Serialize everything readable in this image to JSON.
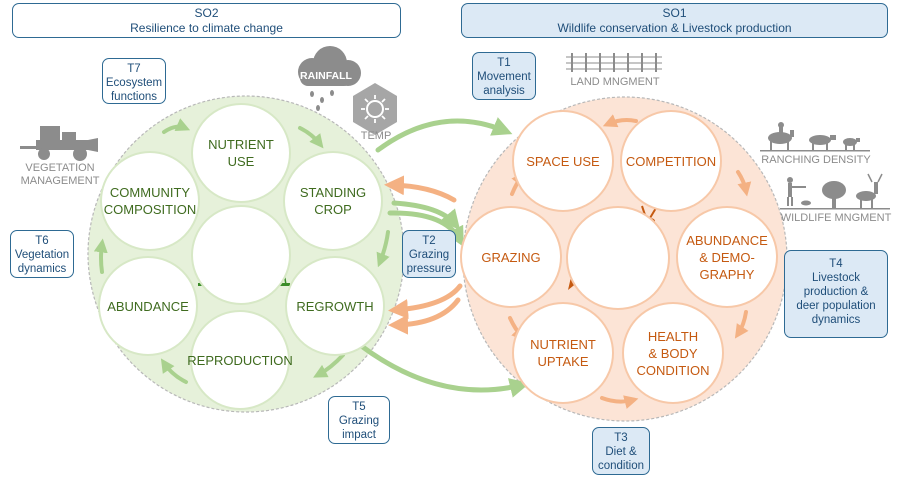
{
  "headers": {
    "so2": {
      "code": "SO2",
      "title": "Resilience to climate change"
    },
    "so1": {
      "code": "SO1",
      "title": "Wildlife conservation & Livestock production"
    }
  },
  "tasks": {
    "t7": {
      "code": "T7",
      "line1": "Ecosystem",
      "line2": "functions"
    },
    "t6": {
      "code": "T6",
      "line1": "Vegetation",
      "line2": "dynamics"
    },
    "t1": {
      "code": "T1",
      "line1": "Movement",
      "line2": "analysis"
    },
    "t2": {
      "code": "T2",
      "line1": "Grazing",
      "line2": "pressure"
    },
    "t5": {
      "code": "T5",
      "line1": "Grazing",
      "line2": "impact"
    },
    "t3": {
      "code": "T3",
      "line1": "Diet &",
      "line2": "condition"
    },
    "t4": {
      "code": "T4",
      "line1": "Livestock",
      "line2": "production &",
      "line3": "deer population",
      "line4": "dynamics"
    }
  },
  "left_cycle": {
    "nutrient_use": "NUTRIENT\nUSE",
    "standing_crop": "STANDING\nCROP",
    "regrowth": "REGROWTH",
    "reproduction": "REPRODUCTION",
    "abundance": "ABUNDANCE",
    "community_composition": "COMMUNITY\nCOMPOSITION"
  },
  "right_cycle": {
    "space_use": "SPACE USE",
    "competition": "COMPETITION",
    "abundance_demography": "ABUNDANCE\n& DEMO-\nGRAPHY",
    "health_body_condition": "HEALTH\n& BODY\nCONDITION",
    "nutrient_uptake": "NUTRIENT\nUPTAKE",
    "grazing": "GRAZING"
  },
  "icons": {
    "rainfall": "RAINFALL",
    "temp": "TEMP",
    "vegetation_management": "VEGETATION\nMANAGEMENT",
    "land_mngment": "LAND MNGMENT",
    "ranching_density": "RANCHING DENSITY",
    "wildlife_mngment": "WILDLIFE MNGMENT"
  },
  "colors": {
    "green_fill": "#e6f1da",
    "green_arrow": "#a9d18e",
    "orange_fill": "#fce4d6",
    "orange_arrow": "#f4b183",
    "animal": "#c55a11",
    "blue_border": "#2e6a93",
    "blue_fill": "#dce9f5",
    "gray_icon": "#8c8c8c"
  }
}
